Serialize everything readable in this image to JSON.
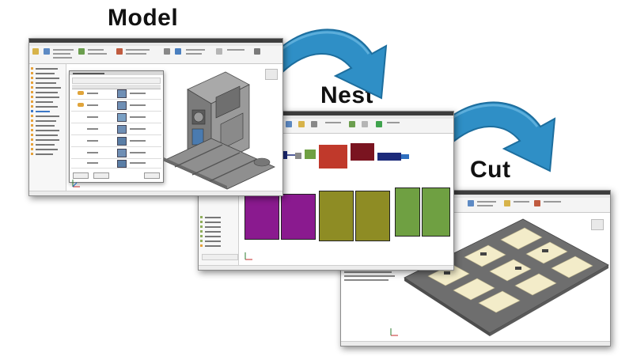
{
  "labels": {
    "model": "Model",
    "nest": "Nest",
    "cut": "Cut"
  },
  "colors": {
    "arrow": "#2f8fc6",
    "arrow_dark": "#1d6e9e",
    "titlebar": "#3d3d3d",
    "nest_purple": "#8a1a8f",
    "nest_olive": "#8e8c24",
    "nest_maroon": "#7a1420",
    "nest_green": "#6fa042",
    "nest_navy": "#1c2a7a",
    "cut_plate": "#707070",
    "cut_piece": "#f3ecc9",
    "model_metal": "#8b8b8b"
  },
  "icons": [
    "arrow-right-curved-icon",
    "view-cube-icon",
    "axis-triad-icon"
  ]
}
